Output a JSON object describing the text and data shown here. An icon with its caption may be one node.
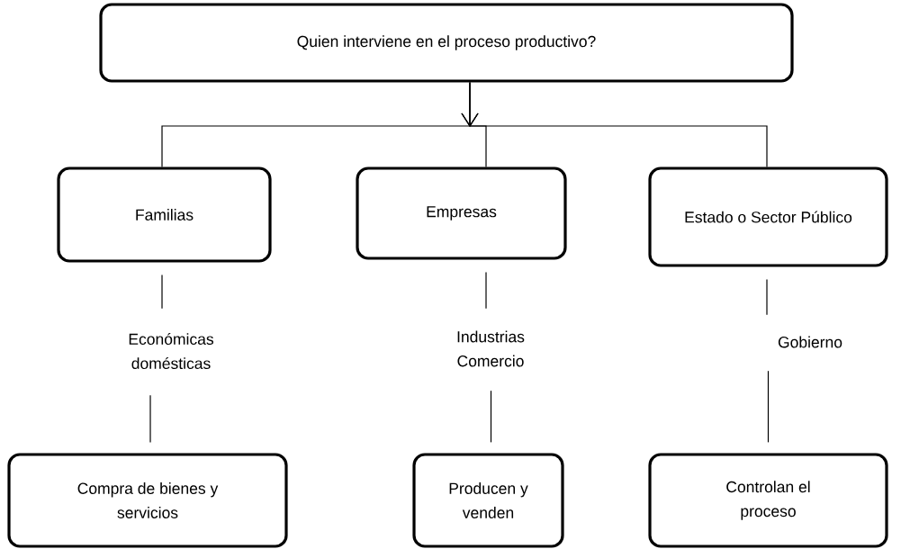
{
  "diagram": {
    "nodes": [
      {
        "text": [
          "Quien interviene en el proceso productivo?"
        ]
      },
      {
        "text": [
          "Familias"
        ]
      },
      {
        "text": [
          "Empresas"
        ]
      },
      {
        "text": [
          "Estado o Sector Público"
        ]
      },
      {
        "text": [
          "Económicas domésticas"
        ]
      },
      {
        "text": [
          "Industrias Comercio"
        ]
      },
      {
        "text": [
          "Gobierno"
        ]
      },
      {
        "text": [
          "Compra de bienes y servicios"
        ]
      },
      {
        "text": [
          "Producen y venden"
        ]
      },
      {
        "text": [
          "Controlan el proceso"
        ]
      }
    ],
    "edges": [
      {
        "from": 0,
        "to": 1,
        "arrow": "to"
      },
      {
        "from": 0,
        "to": 2,
        "arrow": "to"
      },
      {
        "from": 0,
        "to": 3,
        "arrow": "to"
      },
      {
        "from": 1,
        "to": 4,
        "arrow": "none"
      },
      {
        "from": 2,
        "to": 5,
        "arrow": "none"
      },
      {
        "from": 3,
        "to": 6,
        "arrow": "none"
      },
      {
        "from": 4,
        "to": 7,
        "arrow": "none"
      },
      {
        "from": 5,
        "to": 8,
        "arrow": "none"
      },
      {
        "from": 6,
        "to": 9,
        "arrow": "none"
      }
    ]
  }
}
